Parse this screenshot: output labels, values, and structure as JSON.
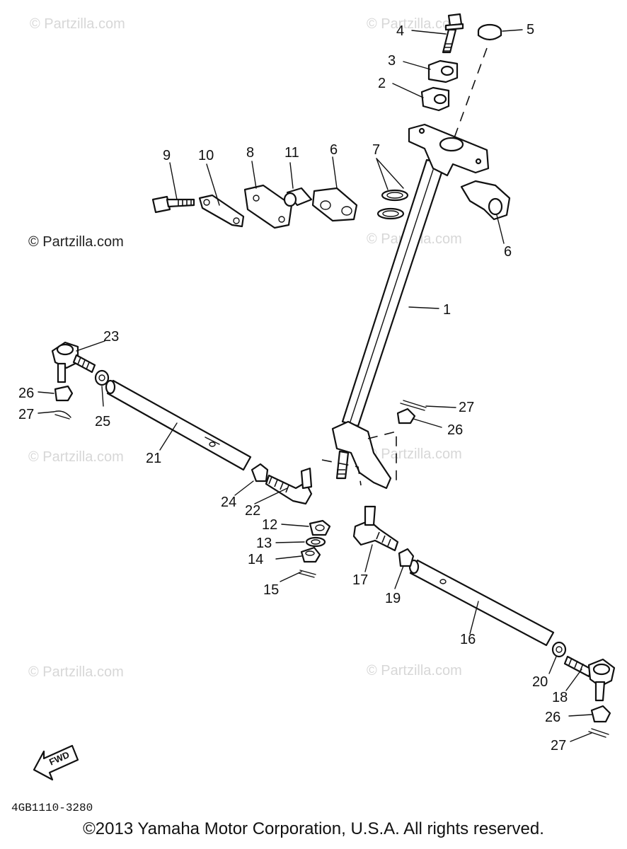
{
  "watermarks": [
    "© Partzilla.com",
    "© Partzilla.com",
    "© Partzilla.com",
    "© Partzilla.com",
    "© Partzilla.com",
    "© Partzilla.com",
    "© Partzilla.com",
    "© Partzilla.com"
  ],
  "callouts": [
    "1",
    "2",
    "3",
    "4",
    "5",
    "6",
    "6",
    "7",
    "8",
    "9",
    "10",
    "11",
    "12",
    "13",
    "14",
    "15",
    "16",
    "17",
    "18",
    "19",
    "20",
    "21",
    "22",
    "23",
    "24",
    "25",
    "26",
    "26",
    "26",
    "27",
    "27",
    "27"
  ],
  "fwd_label": "FWD",
  "diagram_code": "4GB1110-3280",
  "copyright": "©2013 Yamaha Motor Corporation, U.S.A. All rights reserved."
}
